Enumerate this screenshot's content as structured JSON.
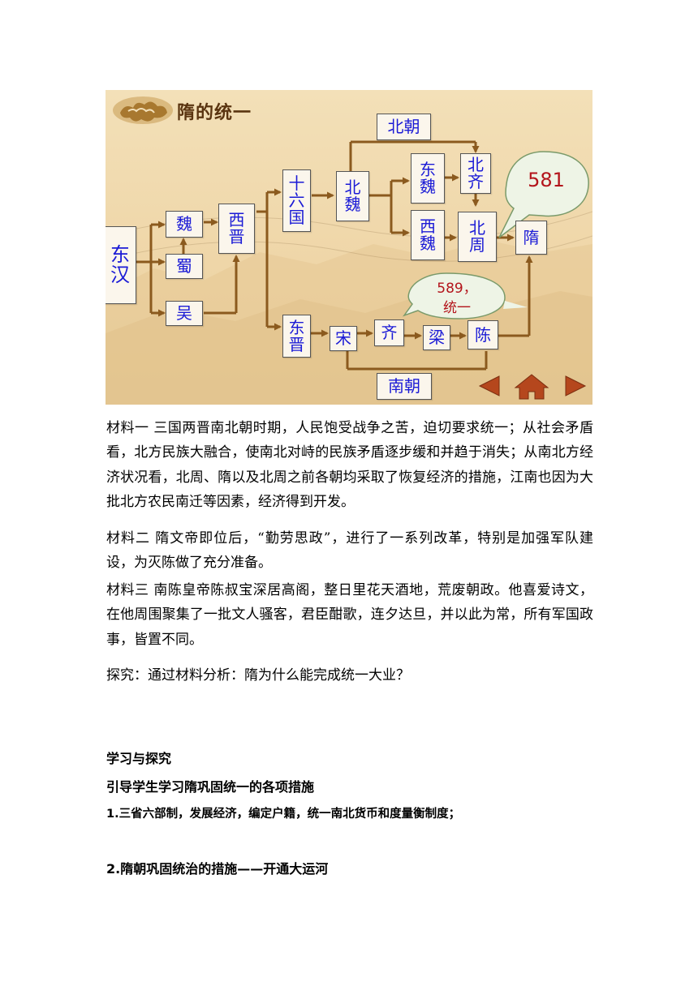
{
  "slide": {
    "title": "隋的统一",
    "nodes": {
      "donghan": "东汉",
      "wei": "魏",
      "shu": "蜀",
      "wu": "吴",
      "xijin": "西晋",
      "shiliuguo": "十六国",
      "dongjin": "东晋",
      "beiwei": "北魏",
      "dongwei": "东魏",
      "xiwei": "西魏",
      "beiqi": "北齐",
      "beizhou": "北周",
      "sui": "隋",
      "song": "宋",
      "qi": "齐",
      "liang": "梁",
      "chen": "陈",
      "beichao": "北朝",
      "nanchao": "南朝"
    },
    "bubble_581": "581",
    "bubble_589_year": "589，",
    "bubble_589_text": "统一"
  },
  "materials": [
    "材料一 三国两晋南北朝时期，人民饱受战争之苦，迫切要求统一；从社会矛盾看，北方民族大融合，使南北对峙的民族矛盾逐步缓和并趋于消失；从南北方经济状况看，北周、隋以及北周之前各朝均采取了恢复经济的措施，江南也因为大批北方农民南迁等因素，经济得到开发。",
    "材料二 隋文帝即位后，“勤劳思政”，进行了一系列改革，特别是加强军队建设，为灭陈做了充分准备。",
    "材料三 南陈皇帝陈叔宝深居高阁，整日里花天酒地，荒废朝政。他喜爱诗文，在他周围聚集了一批文人骚客，君臣酣歌，连夕达旦，并以此为常，所有军国政事，皆置不同。",
    "探究：通过材料分析：隋为什么能完成统一大业？"
  ],
  "section_title": "学习与探究",
  "guide": "引导学生学习隋巩固统一的各项措施",
  "point1": "1.三省六部制，发展经济，编定户籍，统一南北货币和度量衡制度；",
  "point2": "2.隋朝巩固统治的措施——开通大运河",
  "colors": {
    "node_text": "#1b1bd6",
    "arrow": "#8b5a1e",
    "bubble_text": "#b3141b"
  }
}
